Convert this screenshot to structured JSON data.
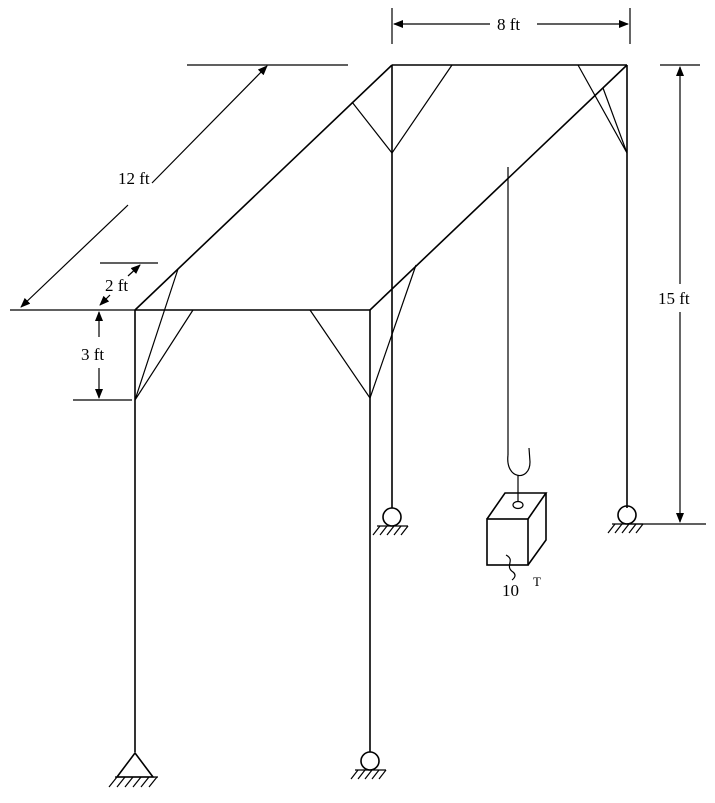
{
  "dimensions": {
    "width_top": "8 ft",
    "depth": "12 ft",
    "height": "15 ft",
    "upper_offset": "2 ft",
    "brace_depth": "3 ft"
  },
  "load": {
    "value": "10",
    "unit_superscript": "T"
  }
}
